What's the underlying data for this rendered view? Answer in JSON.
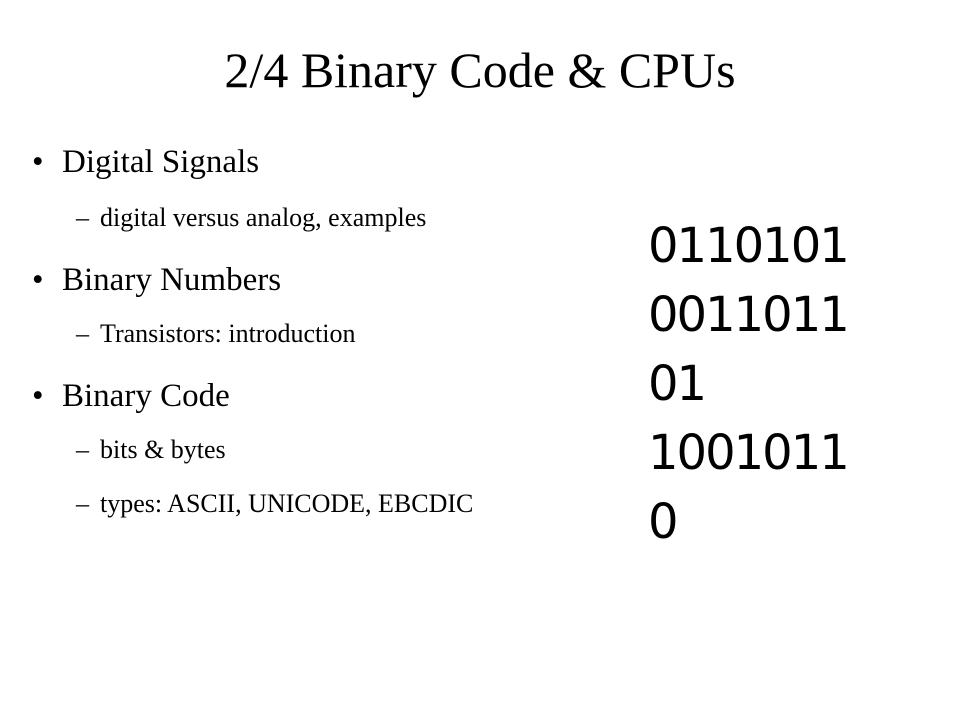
{
  "slide": {
    "title": "2/4 Binary Code & CPUs",
    "bullet_glyph": "•",
    "sub_glyph": "–",
    "items": [
      {
        "text": "Digital Signals"
      },
      {
        "text": "digital versus analog, examples"
      },
      {
        "text": "Binary Numbers"
      },
      {
        "text": "Transistors: introduction"
      },
      {
        "text": "Binary Code"
      },
      {
        "text": "bits & bytes"
      },
      {
        "text": "types: ASCII, UNICODE, EBCDIC"
      }
    ],
    "binary_lines": [
      "0110101",
      "0011011",
      "01",
      "1001011",
      "0"
    ]
  }
}
